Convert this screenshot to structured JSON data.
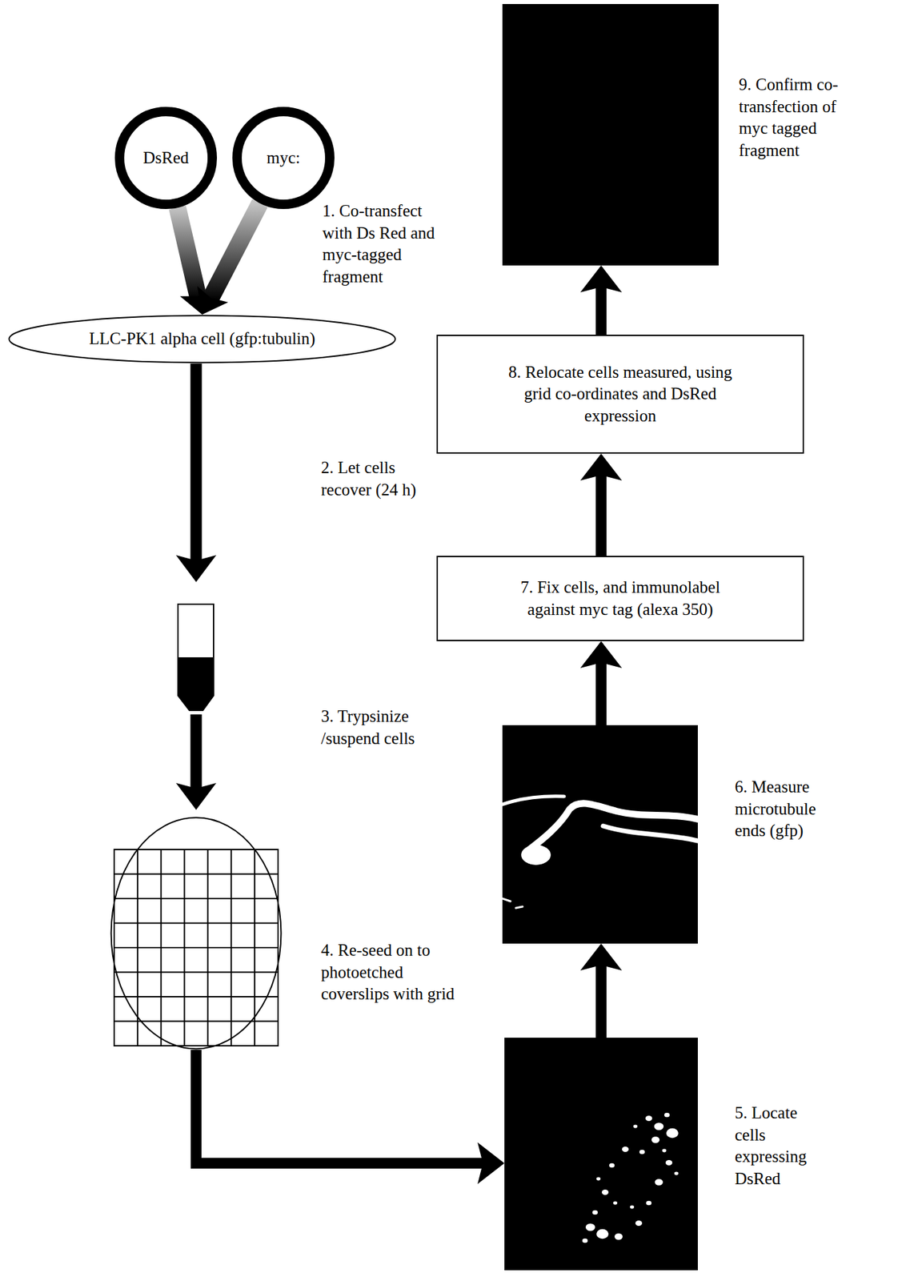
{
  "diagram": {
    "nodes": [
      {
        "text": [
          "DsRed"
        ]
      },
      {
        "text": [
          "myc:"
        ]
      },
      {
        "text": [
          "LLC-PK1 alpha cell (gfp:tubulin)"
        ]
      },
      {
        "text": [
          "4. Re-seed on to photoetched coverslips with grid"
        ]
      },
      {
        "text": [
          "5. Locate cells expressing DsRed"
        ]
      },
      {
        "text": [
          "6. Measure microtubule ends (gfp)"
        ]
      },
      {
        "text": [
          "7. Fix cells, and immunolabel against myc tag (alexa 350)"
        ]
      },
      {
        "text": [
          "8. Relocate cells measured, using grid co-ordinates and DsRed expression"
        ]
      },
      {
        "text": [
          "9. Confirm co-transfection of myc tagged fragment"
        ]
      }
    ],
    "edges": [
      {
        "from": 0,
        "to": 2,
        "arrow": "to"
      },
      {
        "from": 1,
        "to": 2,
        "arrow": "to"
      },
      {
        "from": 3,
        "to": 4,
        "arrow": "to"
      },
      {
        "from": 4,
        "to": 5,
        "arrow": "to"
      },
      {
        "from": 5,
        "to": 6,
        "arrow": "to"
      },
      {
        "from": 6,
        "to": 7,
        "arrow": "to"
      },
      {
        "from": 7,
        "to": 8,
        "arrow": "to"
      }
    ],
    "labels": [
      "1. Co-transfect with Ds Red and myc-tagged fragment",
      "2. Let cells recover (24 h)",
      "3. Trypsinize /suspend cells"
    ]
  }
}
